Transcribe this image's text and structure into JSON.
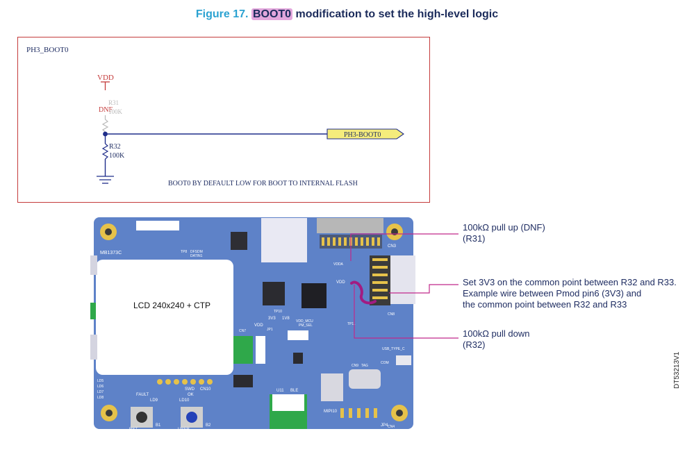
{
  "title": {
    "figure_label": "Figure 17.",
    "highlight": "BOOT0",
    "rest": "modification to set the high-level logic"
  },
  "schematic": {
    "sheet_label": "PH3_BOOT0",
    "vdd": "VDD",
    "dnf": "DNF",
    "r31_ref": "R31",
    "r31_val": "100K",
    "r32_ref": "R32",
    "r32_val": "100K",
    "net_label": "PH3-BOOT0",
    "note": "BOOT0 BY DEFAULT LOW FOR BOOT TO INTERNAL FLASH",
    "colors": {
      "frame": "#c43a3a",
      "wire": "#1f2d8a",
      "power": "#c43a3a",
      "text": "#1f2d62",
      "net_fill": "#f5ec7c"
    }
  },
  "board": {
    "silk_id": "MB1373C",
    "lcd_label": "LCD 240x240 + CTP",
    "silk": {
      "tp8": "TP8",
      "dfsdm": "DFSDM",
      "datin1": "DATIN1",
      "vdd": "VDD",
      "tp10": "TP10",
      "v3": "3V3",
      "v1": "1V8",
      "vdd_mcu": "VDD_MCU",
      "pm_sel": "PM_SEL",
      "jp1": "JP1",
      "tp11": "TP11",
      "cn8": "CN8",
      "usb_type_c": "USB_TYPE_C",
      "com": "COM",
      "cn9": "CN9",
      "tag": "TAG",
      "cn3": "CN3",
      "cn4": "CN4",
      "cn7": "CN7",
      "u11": "U11",
      "ble": "BLE",
      "b1": "B1",
      "b2": "B2",
      "rst": "RST",
      "user": "USER",
      "fault": "FAULT",
      "ok": "OK",
      "ld9": "LD9",
      "ld10": "LD10",
      "swd": "SWD",
      "cn10": "CN10",
      "mipi": "MIPI10",
      "vdda": "VDDA",
      "jp4": "JP4",
      "ld5": "LD5",
      "ld6": "LD6",
      "ld7": "LD7",
      "ld8": "LD8"
    },
    "colors": {
      "pcb": "#5e82c8",
      "white": "#ffffff",
      "gold": "#e6c24a",
      "wire": "#a21c82",
      "green": "#2fa84a"
    }
  },
  "annotations": {
    "pullup_line1": "100kΩ pull up (DNF)",
    "pullup_line2": "(R31)",
    "set_line1": "Set 3V3 on the common point between R32 and R33.",
    "set_line2": "Example wire between Pmod pin6 (3V3) and",
    "set_line3": "the common point between R32 and R33",
    "pulldown_line1": "100kΩ pull down",
    "pulldown_line2": "(R32)",
    "leader_color": "#c0288a"
  },
  "side_id": "DT53213V1"
}
